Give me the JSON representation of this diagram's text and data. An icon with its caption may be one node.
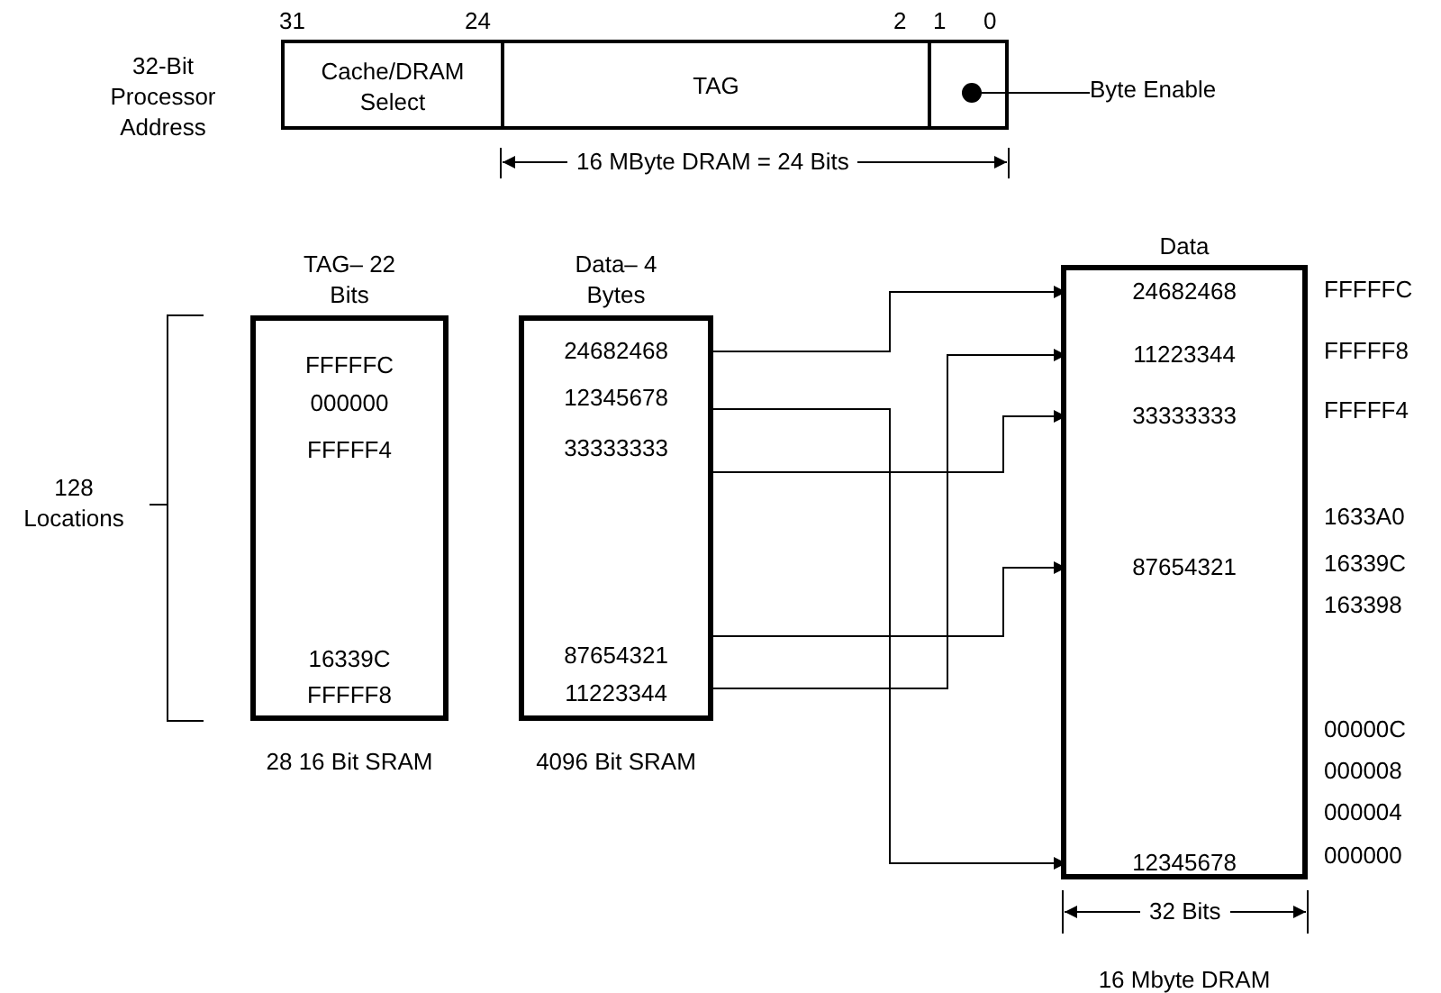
{
  "diagram": {
    "nodes": [
      {
        "text": [
          "32-Bit Processor Address"
        ]
      },
      {
        "text": [
          "Cache/DRAM Select"
        ],
        "in": 0
      },
      {
        "text": [
          "TAG"
        ],
        "in": 0
      },
      {
        "text": [],
        "shape": "circle",
        "in": 0
      },
      {
        "text": [
          "Byte Enable"
        ]
      },
      {
        "text": [
          "TAG– 22 Bits",
          "FFFFFC",
          "000000",
          "FFFFF4",
          "16339C",
          "FFFFF8"
        ],
        "beside": [
          "28 16 Bit SRAM"
        ]
      },
      {
        "text": [
          "Data– 4 Bytes"
        ],
        "beside": [
          "4096 Bit SRAM"
        ]
      },
      {
        "text": [
          "24682468"
        ],
        "in": 6
      },
      {
        "text": [
          "12345678"
        ],
        "in": 6
      },
      {
        "text": [
          "33333333"
        ],
        "in": 6
      },
      {
        "text": [
          "87654321"
        ],
        "in": 6
      },
      {
        "text": [
          "11223344"
        ],
        "in": 6
      },
      {
        "text": [
          "Data"
        ],
        "beside": [
          "16 Mbyte DRAM"
        ]
      },
      {
        "text": [
          "24682468"
        ],
        "in": 12
      },
      {
        "text": [
          "11223344"
        ],
        "in": 12
      },
      {
        "text": [
          "33333333"
        ],
        "in": 12
      },
      {
        "text": [
          "87654321"
        ],
        "in": 12
      },
      {
        "text": [
          "12345678"
        ],
        "in": 12
      }
    ],
    "edges": [
      {
        "from": 4,
        "to": 3,
        "arrow": "none"
      },
      {
        "from": 7,
        "to": 13,
        "arrow": "to"
      },
      {
        "from": 8,
        "to": 17,
        "arrow": "to"
      },
      {
        "from": 9,
        "to": 15,
        "arrow": "to"
      },
      {
        "from": 10,
        "to": 16,
        "arrow": "to"
      },
      {
        "from": 11,
        "to": 14,
        "arrow": "to"
      }
    ],
    "labels": [
      "31",
      "24",
      "2",
      "1",
      "0",
      "16 MByte DRAM = 24 Bits",
      "128 Locations",
      "FFFFFC",
      "FFFFF8",
      "FFFFF4",
      "1633A0",
      "16339C",
      "163398",
      "00000C",
      "000008",
      "000004",
      "000000",
      "32 Bits"
    ]
  }
}
